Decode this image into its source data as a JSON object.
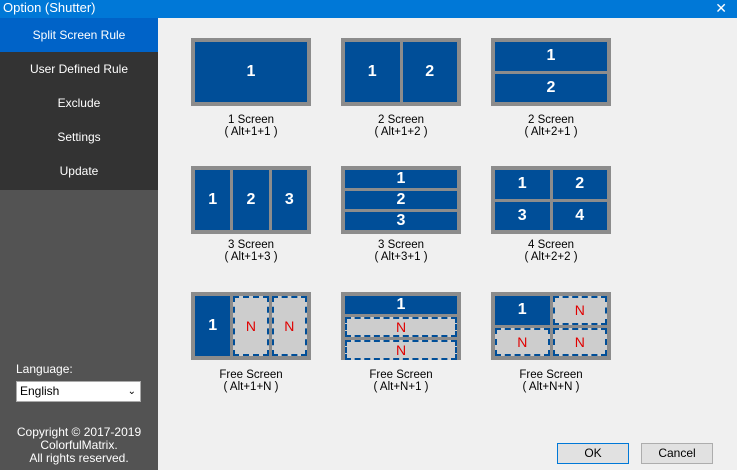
{
  "window": {
    "title": "Option (Shutter)",
    "close": "✕"
  },
  "sidebar": {
    "items": [
      {
        "label": "Split Screen Rule"
      },
      {
        "label": "User Defined Rule"
      },
      {
        "label": "Exclude"
      },
      {
        "label": "Settings"
      },
      {
        "label": "Update"
      }
    ],
    "language_label": "Language:",
    "language_value": "English",
    "copyright": [
      "Copyright © 2017-2019",
      "ColorfulMatrix.",
      "All rights reserved."
    ]
  },
  "tiles": [
    {
      "name": "1 Screen",
      "shortcut": "( Alt+1+1 )",
      "panes": [
        "1"
      ]
    },
    {
      "name": "2 Screen",
      "shortcut": "( Alt+1+2 )",
      "panes": [
        "1",
        "2"
      ]
    },
    {
      "name": "2 Screen",
      "shortcut": "( Alt+2+1 )",
      "panes": [
        "1",
        "2"
      ]
    },
    {
      "name": "3 Screen",
      "shortcut": "( Alt+1+3 )",
      "panes": [
        "1",
        "2",
        "3"
      ]
    },
    {
      "name": "3 Screen",
      "shortcut": "( Alt+3+1 )",
      "panes": [
        "1",
        "2",
        "3"
      ]
    },
    {
      "name": "4 Screen",
      "shortcut": "( Alt+2+2 )",
      "panes": [
        "1",
        "2",
        "3",
        "4"
      ]
    },
    {
      "name": "Free Screen",
      "shortcut": "( Alt+1+N )",
      "panes": [
        "1",
        "N",
        "N"
      ]
    },
    {
      "name": "Free Screen",
      "shortcut": "( Alt+N+1 )",
      "panes": [
        "1",
        "N",
        "N"
      ]
    },
    {
      "name": "Free Screen",
      "shortcut": "( Alt+N+N )",
      "panes": [
        "1",
        "N",
        "N",
        "N"
      ]
    }
  ],
  "buttons": {
    "ok": "OK",
    "cancel": "Cancel"
  }
}
